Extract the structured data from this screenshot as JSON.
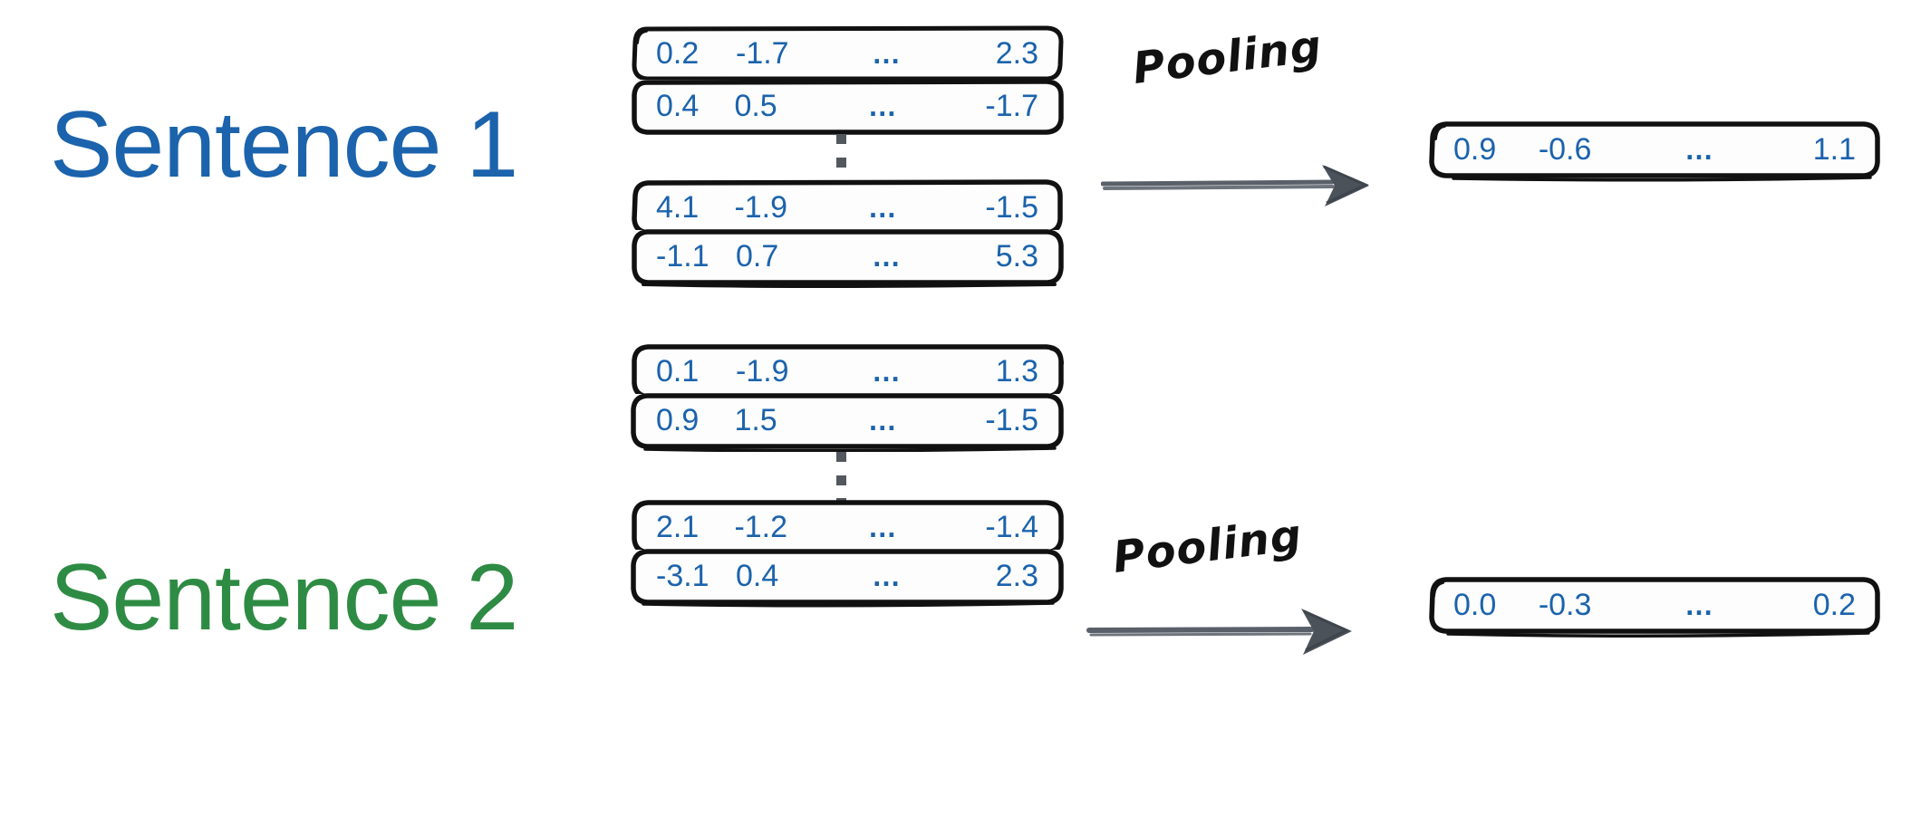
{
  "figure": {
    "title": "Sentence embedding pooling diagram",
    "background_color": "#ffffff",
    "value_color": "#1b63ac",
    "dots_color": "#53585e",
    "arrow_color": "#4b525a",
    "box_border_color": "#111111"
  },
  "ellipsis_glyph": "…",
  "rows": [
    {
      "id": "sentence-1",
      "label": "Sentence 1",
      "label_color": "#1b63ac",
      "pooling_label": "Pooling",
      "matrix": {
        "rows": [
          {
            "cells": [
              "0.2",
              "-1.7",
              "…",
              "2.3"
            ]
          },
          {
            "cells": [
              "0.4",
              "0.5",
              "…",
              "-1.7"
            ]
          },
          {
            "cells": [
              "4.1",
              "-1.9",
              "…",
              "-1.5"
            ]
          },
          {
            "cells": [
              "-1.1",
              "0.7",
              "…",
              "5.3"
            ]
          }
        ]
      },
      "output": {
        "cells": [
          "0.9",
          "-0.6",
          "…",
          "1.1"
        ]
      }
    },
    {
      "id": "sentence-2",
      "label": "Sentence 2",
      "label_color": "#2e8b44",
      "pooling_label": "Pooling",
      "matrix": {
        "rows": [
          {
            "cells": [
              "0.1",
              "-1.9",
              "…",
              "1.3"
            ]
          },
          {
            "cells": [
              "0.9",
              "1.5",
              "…",
              "-1.5"
            ]
          },
          {
            "cells": [
              "2.1",
              "-1.2",
              "…",
              "-1.4"
            ]
          },
          {
            "cells": [
              "-3.1",
              "0.4",
              "…",
              "2.3"
            ]
          }
        ]
      },
      "output": {
        "cells": [
          "0.0",
          "-0.3",
          "…",
          "0.2"
        ]
      }
    }
  ]
}
